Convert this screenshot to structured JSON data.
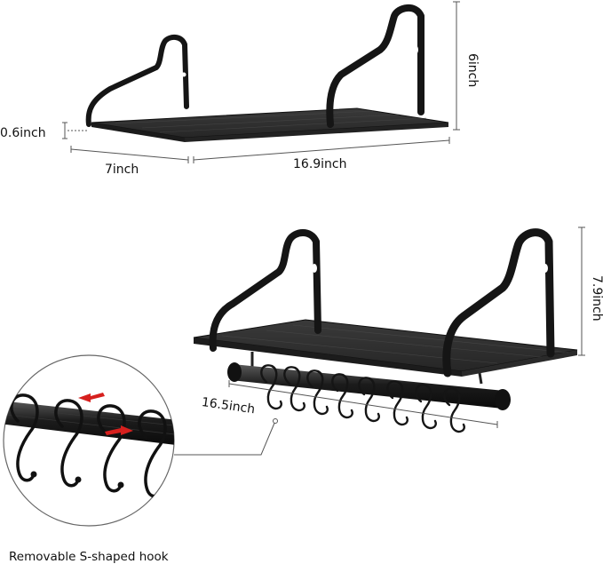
{
  "dimensions": {
    "top_shelf": {
      "thickness": "0.6inch",
      "depth": "7inch",
      "length": "16.9inch",
      "height": "6inch"
    },
    "bottom_shelf": {
      "height": "7.9inch",
      "rod_length": "16.5inch"
    }
  },
  "caption": "Removable S-shaped hook",
  "colors": {
    "wood": "#2e2e2e",
    "metal": "#151515",
    "dimension_line": "#555555",
    "arrow": "#d6201e"
  }
}
